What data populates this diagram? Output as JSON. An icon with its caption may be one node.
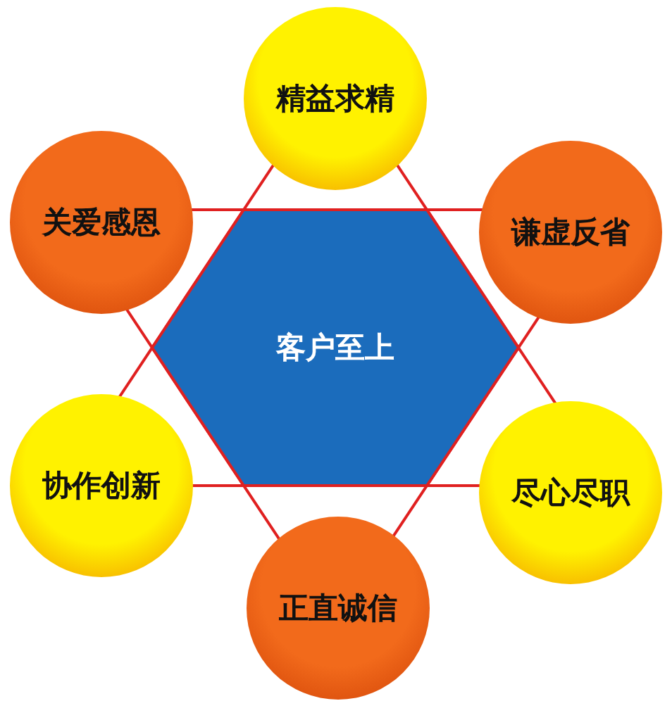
{
  "diagram": {
    "nodes": [
      {
        "text": [
          "精益求精"
        ]
      },
      {
        "text": [
          "关爱感恩"
        ]
      },
      {
        "text": [
          "谦虚反省"
        ]
      },
      {
        "text": [
          "客户至上"
        ]
      },
      {
        "text": [
          "协作创新"
        ]
      },
      {
        "text": [
          "尽心尽职"
        ]
      },
      {
        "text": [
          "正直诚信"
        ]
      }
    ]
  }
}
